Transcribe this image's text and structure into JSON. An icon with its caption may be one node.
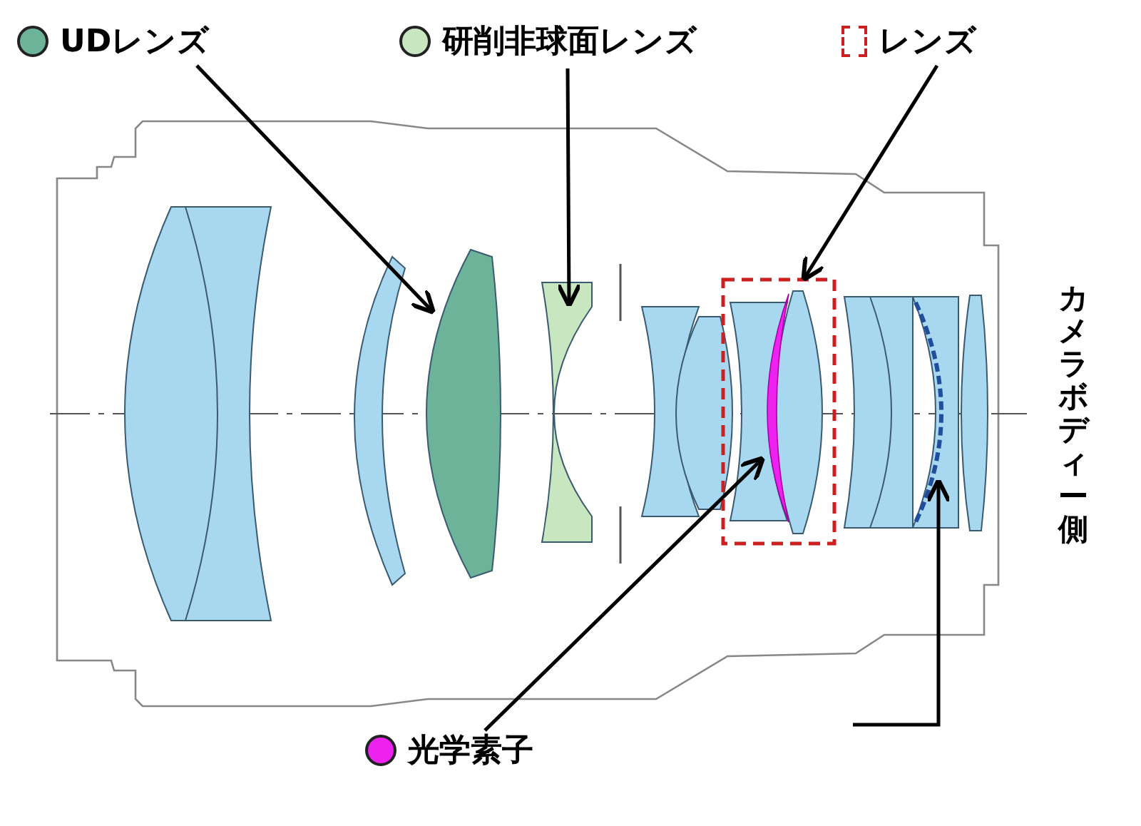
{
  "diagram": {
    "nodes": [
      {
        "text": [
          "UDレンズ"
        ]
      },
      {
        "text": [
          "研削非球面レンズ"
        ]
      },
      {
        "text": [
          "レンズ"
        ]
      },
      {
        "text": [],
        "shape": "lens"
      },
      {
        "text": [],
        "shape": "lens"
      },
      {
        "text": [],
        "shape": "box"
      },
      {
        "text": [],
        "shape": "lens",
        "in": 5
      },
      {
        "text": [
          "光学素子"
        ]
      },
      {
        "text": [],
        "shape": "arc"
      },
      {
        "text": [],
        "shape": "lens"
      },
      {
        "text": [],
        "shape": "lens"
      },
      {
        "text": [],
        "shape": "lens"
      },
      {
        "text": [],
        "shape": "lens",
        "in": 5
      },
      {
        "text": [],
        "shape": "lens",
        "in": 5
      },
      {
        "text": [],
        "shape": "lens"
      },
      {
        "text": [],
        "shape": "lens"
      }
    ],
    "edges": [
      {
        "from": 0,
        "to": 3,
        "arrow": "to"
      },
      {
        "from": 1,
        "to": 4,
        "arrow": "to"
      },
      {
        "from": 2,
        "to": 5,
        "arrow": "to"
      },
      {
        "from": 7,
        "to": 6,
        "arrow": "to"
      },
      {
        "from": null,
        "to": 8,
        "arrow": "to"
      }
    ],
    "labels": [
      "カメラボディー側"
    ]
  }
}
